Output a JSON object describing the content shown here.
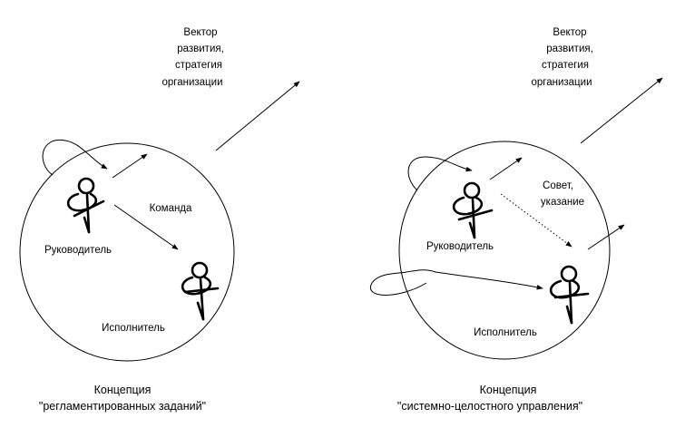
{
  "left": {
    "vector_line1": "Вектор",
    "vector_line2": "развития,",
    "vector_line3": "стратегия",
    "vector_line4": "организации",
    "manager_label": "Руководитель",
    "executor_label": "Исполнитель",
    "command_label": "Команда",
    "caption_line1": "Концепция",
    "caption_line2": "\"регламентированных заданий\""
  },
  "right": {
    "vector_line1": "Вектор",
    "vector_line2": "развития,",
    "vector_line3": "стратегия",
    "vector_line4": "организации",
    "manager_label": "Руководитель",
    "executor_label": "Исполнитель",
    "advice_line1": "Совет,",
    "advice_line2": "указание",
    "caption_line1": "Концепция",
    "caption_line2": "\"системно-целостного управления\""
  }
}
